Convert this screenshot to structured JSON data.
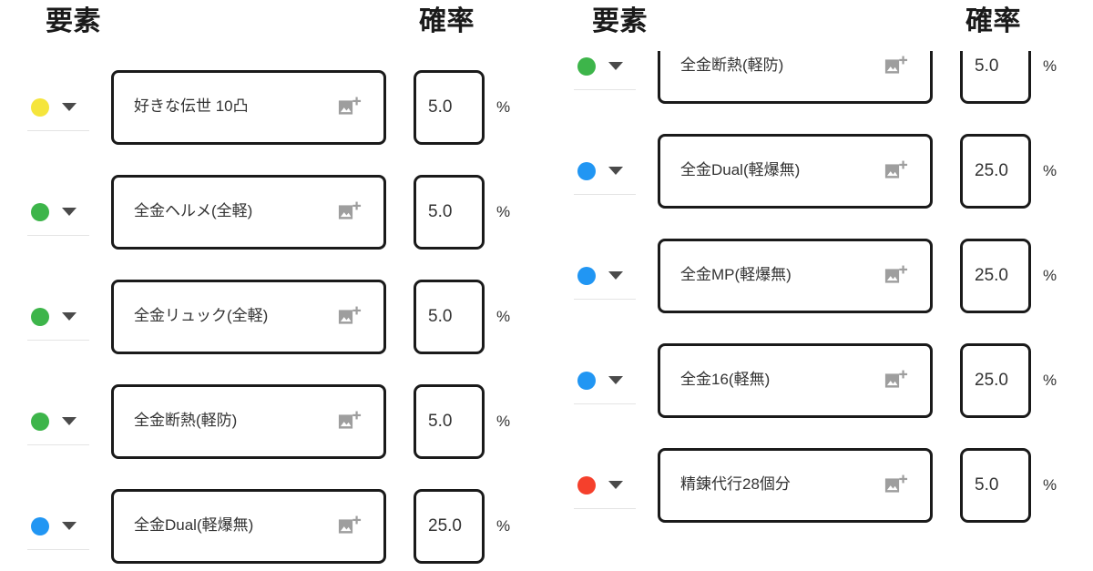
{
  "colors": {
    "yellow": "#f5e53c",
    "green": "#3db54a",
    "blue": "#2196f3",
    "red": "#f5402c",
    "box_border": "#1a1a1a",
    "icon_gray": "#9e9e9e",
    "text": "#333333",
    "background": "#ffffff"
  },
  "icons": {
    "add_image": "add-image-icon",
    "chevron_down": "chevron-down-icon"
  },
  "panels": [
    {
      "id": "left",
      "headers": {
        "element": "要素",
        "probability": "確率"
      },
      "percent_symbol": "%",
      "rows": [
        {
          "color": "yellow",
          "name": "好きな伝世 10凸",
          "probability": "5.0"
        },
        {
          "color": "green",
          "name": "全金ヘルメ(全軽)",
          "probability": "5.0"
        },
        {
          "color": "green",
          "name": "全金リュック(全軽)",
          "probability": "5.0"
        },
        {
          "color": "green",
          "name": "全金断熱(軽防)",
          "probability": "5.0"
        },
        {
          "color": "blue",
          "name": "全金Dual(軽爆無)",
          "probability": "25.0"
        }
      ]
    },
    {
      "id": "right",
      "headers": {
        "element": "要素",
        "probability": "確率"
      },
      "percent_symbol": "%",
      "rows": [
        {
          "color": "green",
          "name": "全金断熱(軽防)",
          "probability": "5.0"
        },
        {
          "color": "blue",
          "name": "全金Dual(軽爆無)",
          "probability": "25.0"
        },
        {
          "color": "blue",
          "name": "全金MP(軽爆無)",
          "probability": "25.0"
        },
        {
          "color": "blue",
          "name": "全金16(軽無)",
          "probability": "25.0"
        },
        {
          "color": "red",
          "name": "精錬代行28個分",
          "probability": "5.0"
        }
      ]
    }
  ]
}
